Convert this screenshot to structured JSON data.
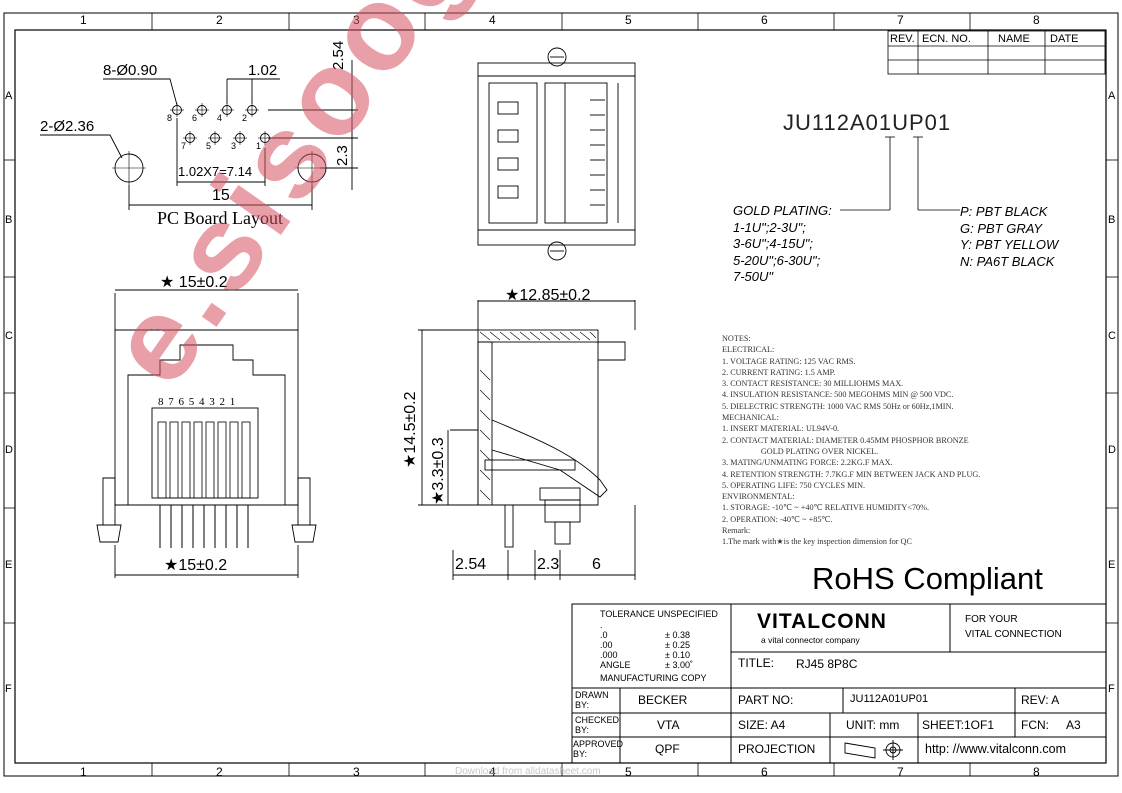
{
  "frame": {
    "col_numbers": [
      "1",
      "2",
      "3",
      "4",
      "5",
      "6",
      "7",
      "8"
    ],
    "row_letters": [
      "A",
      "B",
      "C",
      "D",
      "E",
      "F"
    ]
  },
  "revision_table": {
    "headers": [
      "REV.",
      "ECN. NO.",
      "NAME",
      "DATE"
    ]
  },
  "pcb_layout": {
    "title": "PC Board Layout",
    "hole_dim": "8-Ø0.90",
    "mount_dim": "2-Ø2.36",
    "pitch": "1.02",
    "pitch_total": "1.02X7=7.14",
    "width": "15",
    "row_offset": "2.54",
    "mount_offset": "2.3",
    "pin_numbers_top": [
      "8",
      "6",
      "4",
      "2"
    ],
    "pin_numbers_bottom": [
      "7",
      "5",
      "3",
      "1"
    ]
  },
  "front_view": {
    "top_width": "★ 15±0.2",
    "bottom_width": "★15±0.2",
    "pin_labels": "8 7 6 5 4 3 2 1"
  },
  "side_view": {
    "depth": "★12.85±0.2",
    "height": "★14.5±0.2",
    "pin_height": "★3.3±0.3",
    "dim_a": "2.54",
    "dim_b": "2.3",
    "dim_c": "6"
  },
  "part_code": {
    "code": "JU112A01UP01",
    "plating_title": "GOLD PLATING:",
    "plating_lines": [
      "1-1U\";2-3U\";",
      "3-6U\";4-15U\";",
      "5-20U\";6-30U\";",
      "7-50U\""
    ],
    "housing_lines": [
      "P: PBT BLACK",
      "G: PBT GRAY",
      "Y: PBT YELLOW",
      "N: PA6T BLACK"
    ]
  },
  "notes": "NOTES:\nELECTRICAL:\n1. VOLTAGE RATING: 125 VAC RMS.\n2. CURRENT RATING: 1.5 AMP.\n3. CONTACT RESISTANCE: 30 MILLIOHMS MAX.\n4. INSULATION RESISTANCE: 500 MEGOHMS MIN @ 500 VDC.\n5. DIELECTRIC STRENGTH: 1000 VAC RMS 50Hz or 60Hz,1MIN.\nMECHANICAL:\n1. INSERT MATERIAL: UL94V-0.\n2. CONTACT MATERIAL: DIAMETER 0.45MM PHOSPHOR BRONZE\n                   GOLD PLATING OVER NICKEL.\n3. MATING/UNMATING FORCE: 2.2KG.F MAX.\n4. RETENTION STRENGTH: 7.7KG.F MIN BETWEEN JACK AND PLUG.\n5. OPERATING LIFE: 750 CYCLES MIN.\nENVIRONMENTAL:\n1. STORAGE: -10℃ ~ +40℃ RELATIVE HUMIDITY<70%.\n2. OPERATION: -40℃ ~ +85℃.\nRemark:\n1.The mark with★is the key inspection dimension for QC",
  "rohs": "RoHS Compliant",
  "title_block": {
    "tolerance_title": "TOLERANCE UNSPECIFIED",
    "tolerance_rows": [
      [
        ".",
        ""
      ],
      [
        ".0",
        "± 0.38"
      ],
      [
        ".00",
        "± 0.25"
      ],
      [
        ".000",
        "± 0.10"
      ],
      [
        "ANGLE",
        "± 3.00˚"
      ]
    ],
    "copy_note": "MANUFACTURING  COPY",
    "brand": "VITALCONN",
    "brand_tagline": "a vital connector company",
    "slogan_1": "FOR YOUR",
    "slogan_2": "VITAL CONNECTION",
    "title_label": "TITLE:",
    "title_value": "RJ45 8P8C",
    "drawn_label": "DRAWN BY:",
    "drawn_value": "BECKER",
    "checked_label": "CHECKED BY:",
    "checked_value": "VTA",
    "approved_label": "APPROVED BY:",
    "approved_value": "QPF",
    "part_no_label": "PART NO:",
    "part_no_value": "JU112A01UP01",
    "rev": "REV: A",
    "size": "SIZE: A4",
    "unit": "UNIT: mm",
    "sheet": "SHEET:1OF1",
    "fcn_label": "FCN:",
    "fcn_value": "A3",
    "projection": "PROJECTION",
    "url": "http: //www.vitalconn.com"
  },
  "footer": "Download from alldatasheet.com",
  "watermark": "e.sisoog.com"
}
